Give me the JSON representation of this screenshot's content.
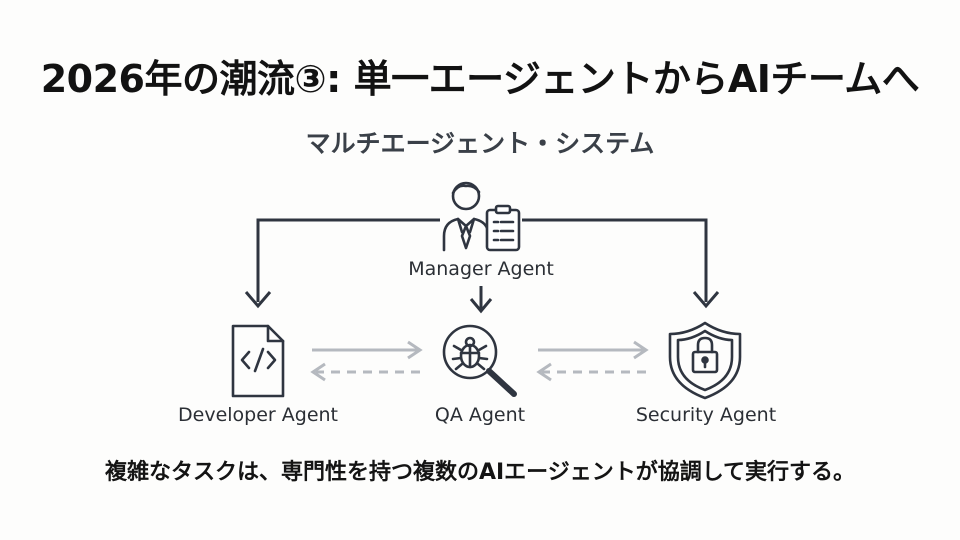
{
  "title": "2026年の潮流③: 単一エージェントからAIチームへ",
  "subtitle": "マルチエージェント・システム",
  "nodes": {
    "manager": {
      "label": "Manager Agent",
      "icon": "manager-person-with-clipboard-icon"
    },
    "developer": {
      "label": "Developer Agent",
      "icon": "code-file-icon"
    },
    "qa": {
      "label": "QA Agent",
      "icon": "bug-magnifier-icon"
    },
    "security": {
      "label": "Security Agent",
      "icon": "shield-lock-icon"
    }
  },
  "caption": "複雑なタスクは、専門性を持つ複数のAIエージェントが協調して実行する。",
  "colors": {
    "primary": "#2f3540",
    "muted_arrow": "#b5b9bf",
    "text": "#111111"
  }
}
